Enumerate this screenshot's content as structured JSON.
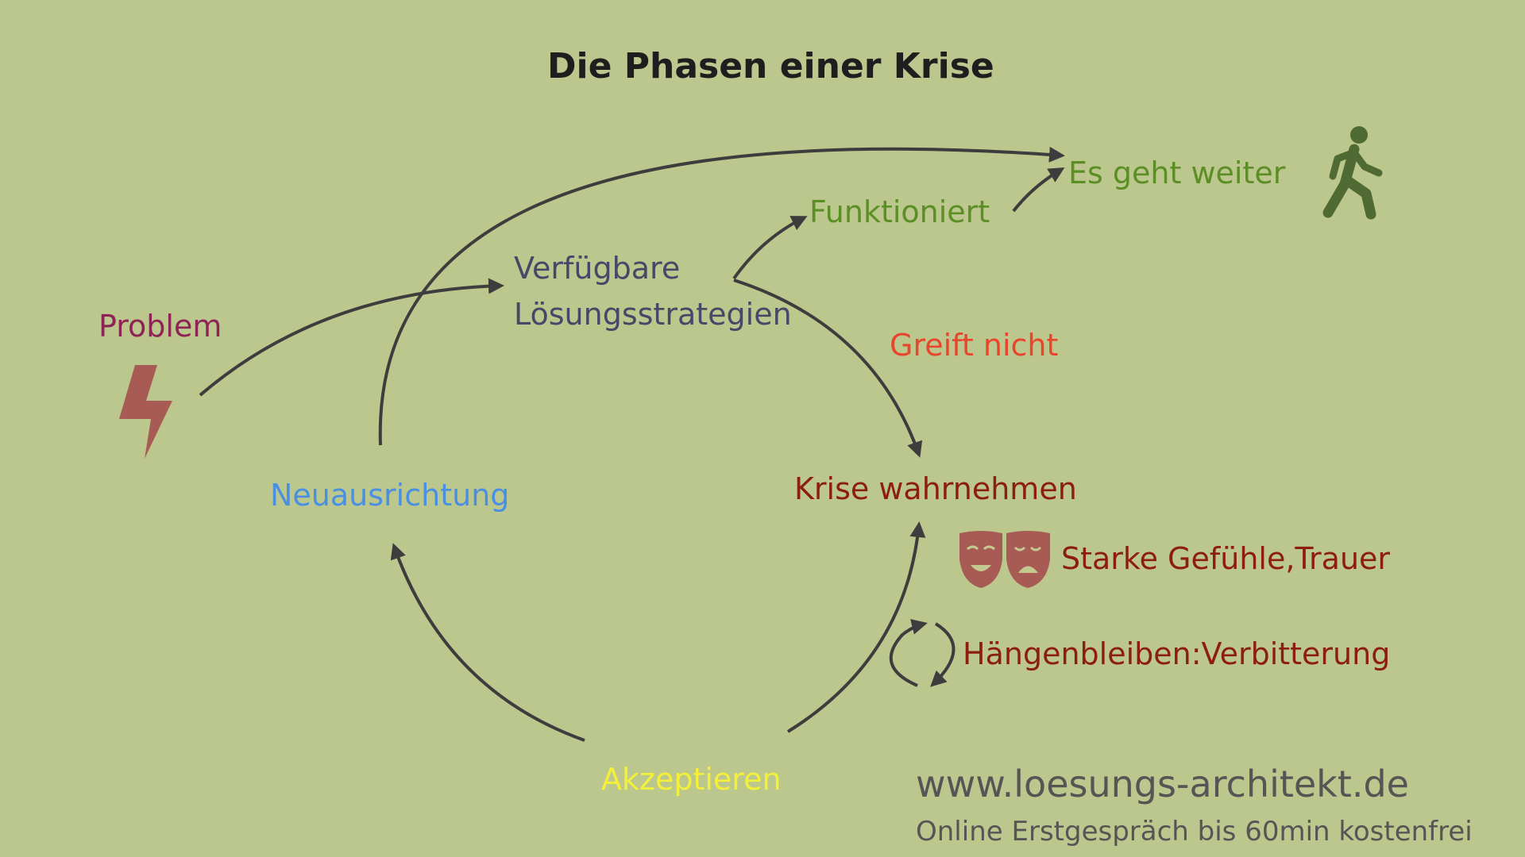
{
  "title": "Die Phasen einer Krise",
  "nodes": {
    "problem": "Problem",
    "strategies_line1": "Verfügbare",
    "strategies_line2": "Lösungsstrategien",
    "works": "Funktioniert",
    "continues": "Es geht weiter",
    "fails": "Greift nicht",
    "perceive": "Krise wahrnehmen",
    "emotions": "Starke Gefühle,Trauer",
    "stuck": "Hängenbleiben:Verbitterung",
    "accept": "Akzeptieren",
    "reorient": "Neuausrichtung"
  },
  "footer": {
    "website": "www.loesungs-architekt.de",
    "offer": "Online Erstgespräch bis 60min kostenfrei"
  },
  "colors": {
    "background": "#bcc78d",
    "arrow": "#3d3d3d",
    "green": "#5b8f26",
    "problem": "#8e2456",
    "strategies": "#454866",
    "fails": "#e8452c",
    "crisis": "#8c1d0f",
    "reorient": "#4a90e2",
    "accept": "#f4f03a"
  }
}
